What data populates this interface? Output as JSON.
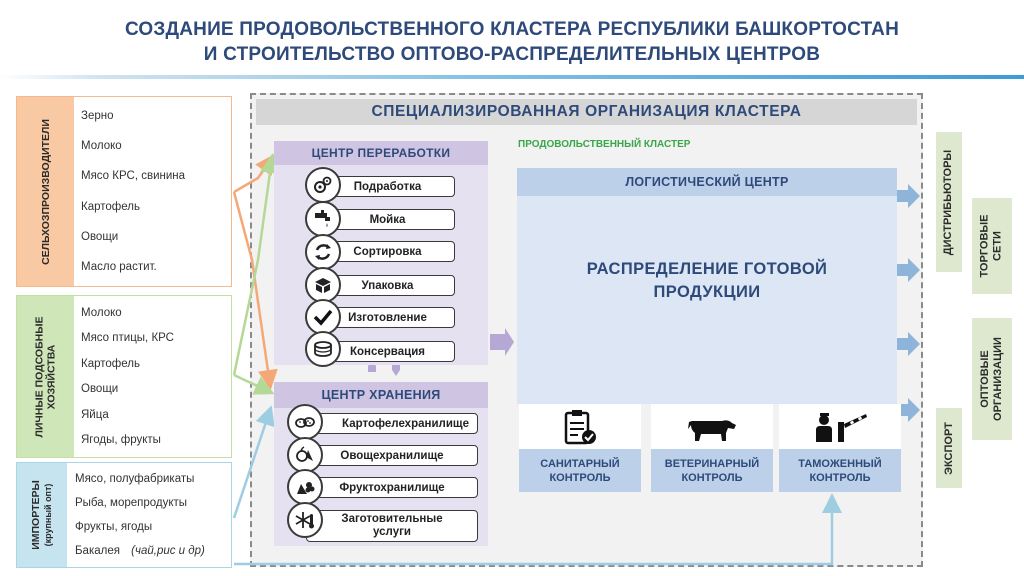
{
  "header": {
    "title_line1": "СОЗДАНИЕ ПРОДОВОЛЬСТВЕННОГО КЛАСТЕРА РЕСПУБЛИКИ БАШКОРТОСТАН",
    "title_line2": "И СТРОИТЕЛЬСТВО ОПТОВО-РАСПРЕДЕЛИТЕЛЬНЫХ ЦЕНТРОВ"
  },
  "sources": {
    "producers": {
      "label": "СЕЛЬХОЗПРОИЗВОДИТЕЛИ",
      "items": [
        "Зерно",
        "Молоко",
        "Мясо КРС, свинина",
        "Картофель",
        "Овощи",
        "Масло растит."
      ]
    },
    "households": {
      "label_line1": "ЛИЧНЫЕ ПОДСОБНЫЕ",
      "label_line2": "ХОЗЯЙСТВА",
      "items": [
        "Молоко",
        "Мясо птицы, КРС",
        "Картофель",
        "Овощи",
        "Яйца",
        "Ягоды, фрукты"
      ]
    },
    "importers": {
      "label_line1": "ИМПОРТЕРЫ",
      "label_line2": "(крупный опт)",
      "items": [
        "Мясо, полуфабрикаты",
        "Рыба, морепродукты",
        "Фрукты, ягоды"
      ],
      "last_item": "Бакалея",
      "last_item_note": "(чай,рис и др)"
    }
  },
  "cluster": {
    "org_title": "СПЕЦИАЛИЗИРОВАННАЯ ОРГАНИЗАЦИЯ КЛАСТЕРА",
    "label": "ПРОДОВОЛЬСТВЕННЫЙ КЛАСТЕР",
    "processing": {
      "title": "ЦЕНТР ПЕРЕРАБОТКИ",
      "steps": [
        "Подработка",
        "Мойка",
        "Сортировка",
        "Упаковка",
        "Изготовление",
        "Консервация"
      ]
    },
    "storage": {
      "title": "ЦЕНТР ХРАНЕНИЯ",
      "items": [
        "Картофелехранилище",
        "Овощехранилище",
        "Фруктохранилище"
      ],
      "last_line1": "Заготовительные",
      "last_line2": "услуги"
    },
    "logistics": {
      "title": "ЛОГИСТИЧЕСКИЙ ЦЕНТР",
      "main_line1": "РАСПРЕДЕЛЕНИЕ ГОТОВОЙ",
      "main_line2": "ПРОДУКЦИИ",
      "controls": [
        {
          "line1": "САНИТАРНЫЙ",
          "line2": "КОНТРОЛЬ"
        },
        {
          "line1": "ВЕТЕРИНАРНЫЙ",
          "line2": "КОНТРОЛЬ"
        },
        {
          "line1": "ТАМОЖЕННЫЙ",
          "line2": "КОНТРОЛЬ"
        }
      ]
    }
  },
  "channels": {
    "distributors": "ДИСТРИБЬЮТОРЫ",
    "retail_line1": "ТОРГОВЫЕ",
    "retail_line2": "СЕТИ",
    "wholesale_line1": "ОПТОВЫЕ",
    "wholesale_line2": "ОРГАНИЗАЦИИ",
    "export": "ЭКСПОРТ"
  },
  "colors": {
    "title": "#2e4a7a",
    "producers_bar": "#f9c9a3",
    "producers_border": "#f6b98e",
    "households_bar": "#cfe6b8",
    "households_border": "#c3dfa5",
    "importers_bar": "#c6e4ef",
    "importers_border": "#a9d6e6",
    "processing_panel": "#e6e1f0",
    "logistics_panel": "#dce6f4",
    "channel_bg": "#dde8cf",
    "arrow_blue": "#8eb4d9",
    "cluster_label": "#3aa64a"
  }
}
